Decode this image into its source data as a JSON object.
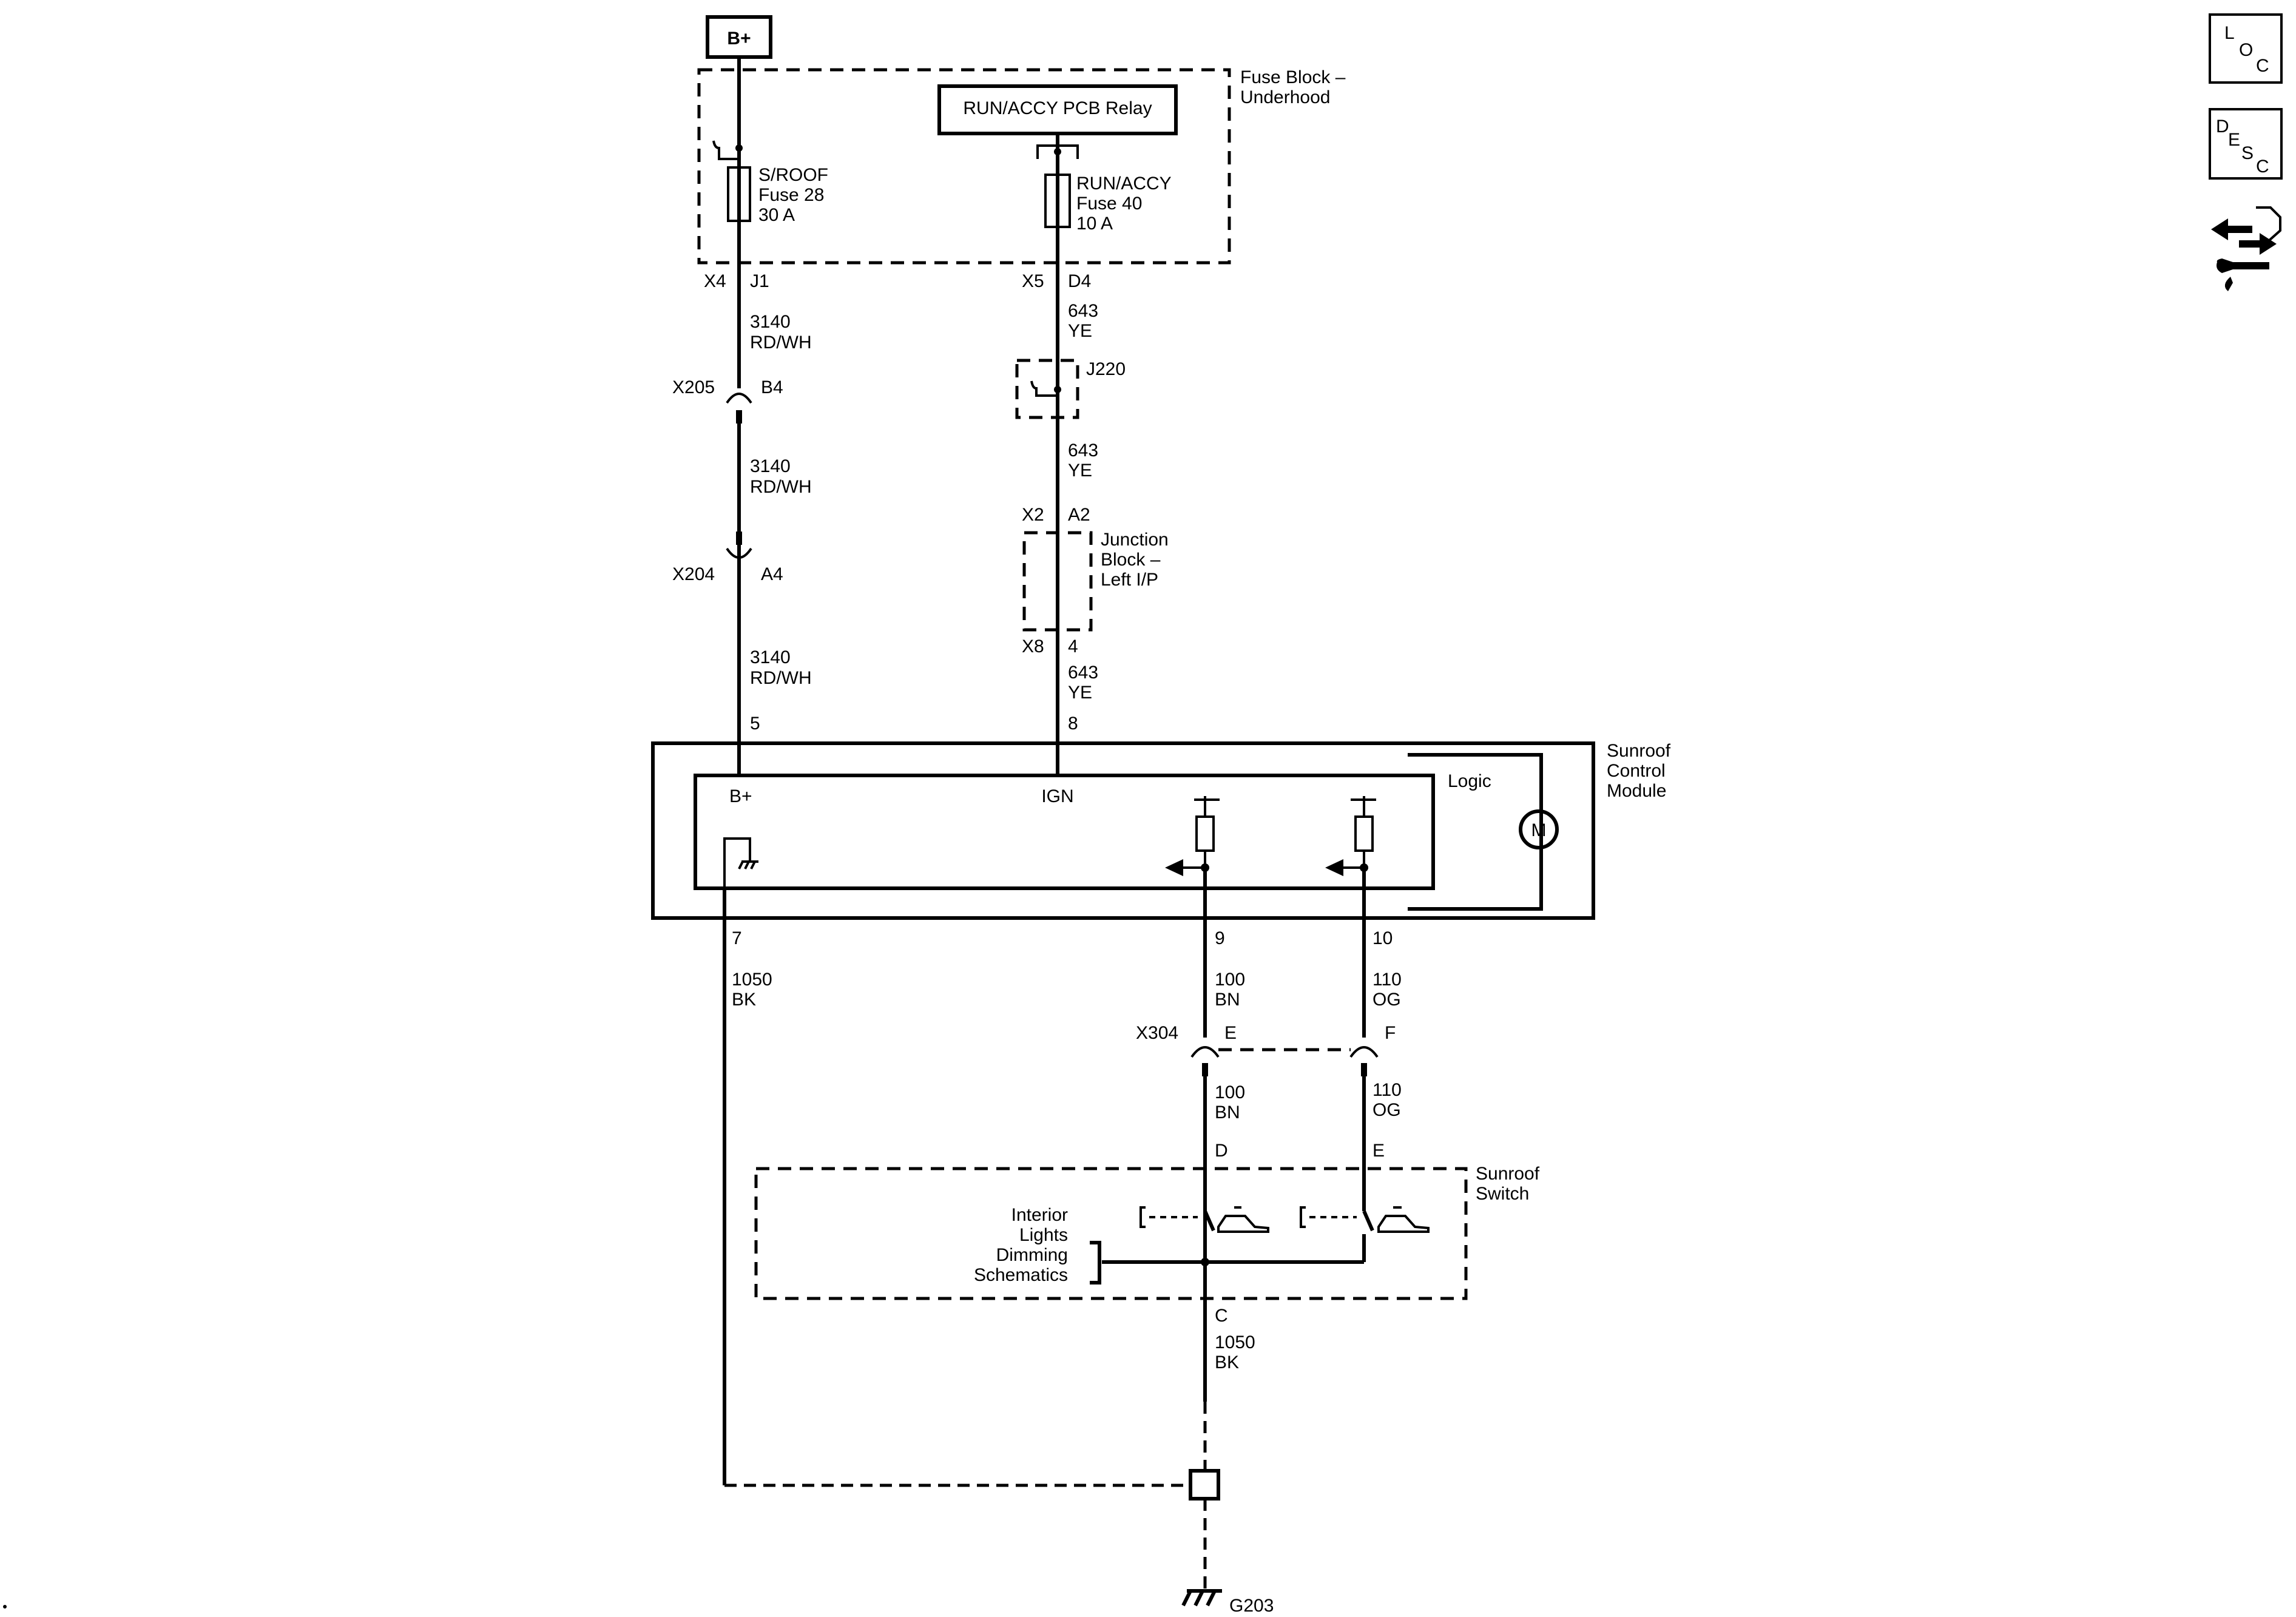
{
  "power_source": "B+",
  "fuse_block": {
    "label_line1": "Fuse Block –",
    "label_line2": "Underhood",
    "relay_label": "RUN/ACCY PCB Relay",
    "fuse_sroof": {
      "line1": "S/ROOF",
      "line2": "Fuse 28",
      "line3": "30 A"
    },
    "fuse_runaccy": {
      "line1": "RUN/ACCY",
      "line2": "Fuse 40",
      "line3": "10 A"
    }
  },
  "connectors": {
    "x4": "X4",
    "j1": "J1",
    "x5": "X5",
    "d4": "D4",
    "x205": "X205",
    "b4": "B4",
    "x204": "X204",
    "a4": "A4",
    "j220": "J220",
    "x2": "X2",
    "a2": "A2",
    "x8": "X8",
    "pin4": "4",
    "x304": "X304",
    "e": "E",
    "f": "F"
  },
  "wires": {
    "w3140_num": "3140",
    "w3140_color": "RD/WH",
    "w643_num": "643",
    "w643_color": "YE",
    "w1050_num": "1050",
    "w1050_color": "BK",
    "w100_num": "100",
    "w100_color": "BN",
    "w110_num": "110",
    "w110_color": "OG"
  },
  "junction_block": {
    "line1": "Junction",
    "line2": "Block –",
    "line3": "Left I/P"
  },
  "module": {
    "label_line1": "Sunroof",
    "label_line2": "Control",
    "label_line3": "Module",
    "pin5": "5",
    "pin8": "8",
    "pin7": "7",
    "pin9": "9",
    "pin10": "10",
    "bplus": "B+",
    "ign": "IGN",
    "logic": "Logic",
    "motor": "M"
  },
  "switch": {
    "label_line1": "Sunroof",
    "label_line2": "Switch",
    "pin_d": "D",
    "pin_e": "E",
    "pin_c": "C",
    "dimming": [
      "Interior",
      "Lights",
      "Dimming",
      "Schematics"
    ]
  },
  "ground": "G203",
  "side_icons": {
    "loc": [
      "L",
      "O",
      "C"
    ],
    "desc": [
      "D",
      "E",
      "S",
      "C"
    ],
    "wrench_icon": "connector-repair-icon"
  }
}
